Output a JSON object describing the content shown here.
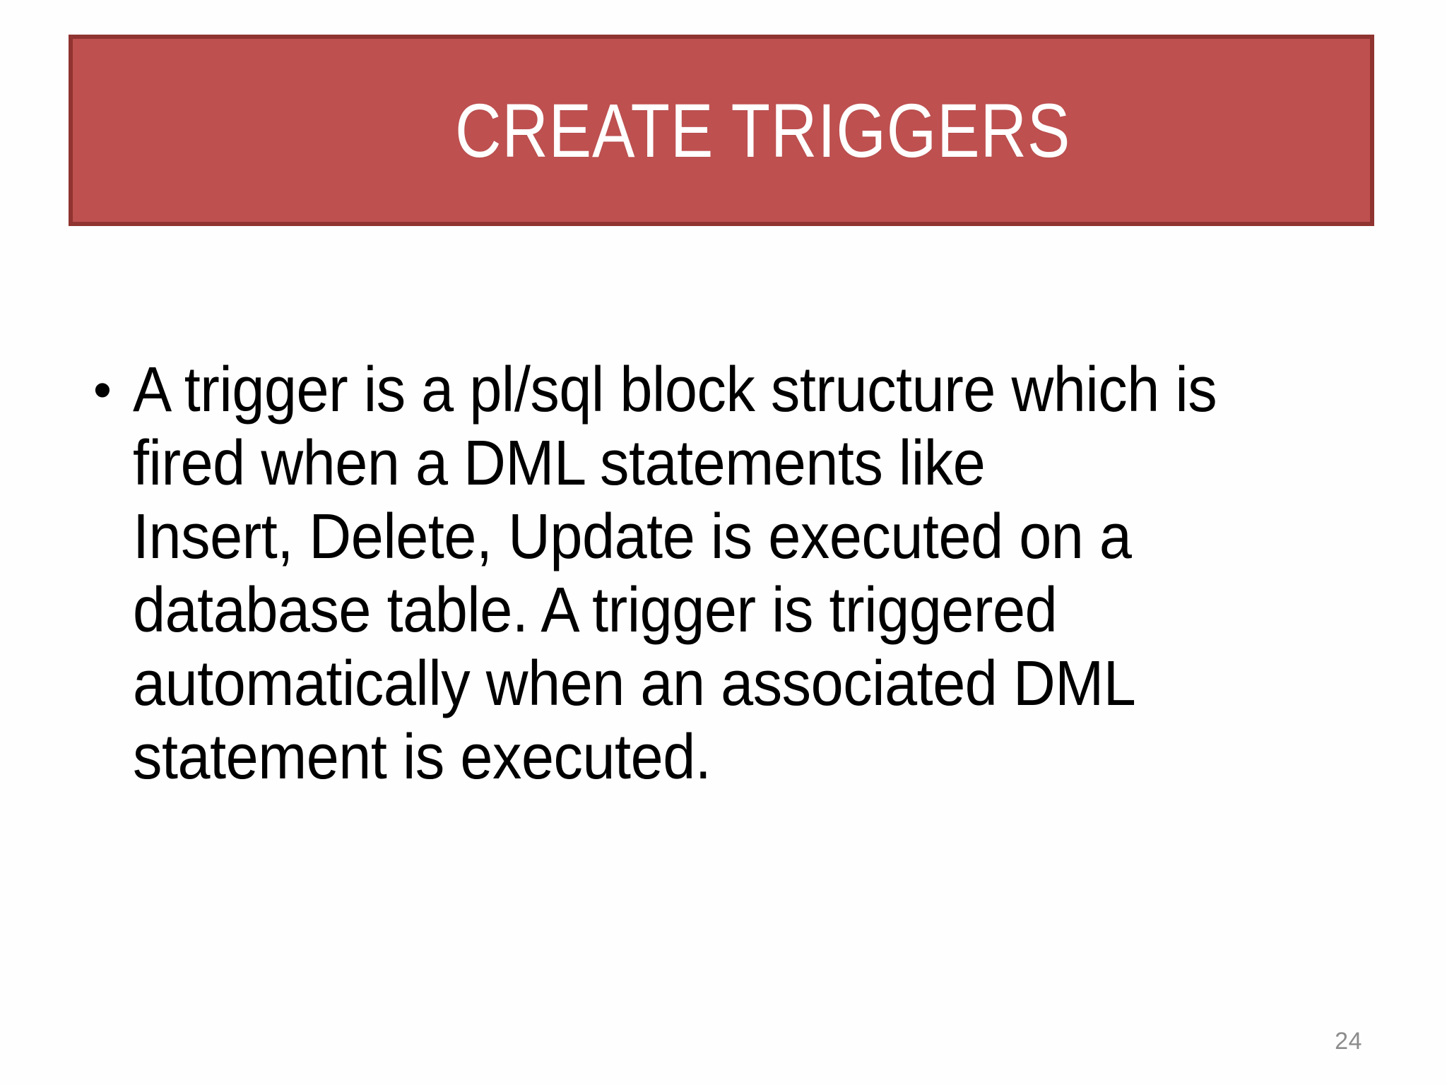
{
  "slide": {
    "background_color": "#FEFEFE",
    "title": {
      "text": "CREATE TRIGGERS",
      "text_color": "#FFFFFF",
      "banner_fill_color": "#BE5050",
      "banner_border_color": "#8F3430"
    },
    "body": {
      "bullet_marker": "•",
      "bullet_text": "A trigger is a pl/sql block structure which is fired when a DML statements like\nInsert, Delete, Update is executed on a database table. A trigger is triggered automatically when an associated DML statement is executed.",
      "lines": [
        "A trigger is a pl/sql block structure which is",
        "fired when a DML statements like",
        "Insert, Delete, Update is executed on a",
        "database table. A trigger is triggered",
        "automatically when an associated DML",
        "statement is executed."
      ],
      "text_color": "#000000"
    },
    "page_number": {
      "value": "24",
      "color": "#8C8C8C"
    }
  }
}
